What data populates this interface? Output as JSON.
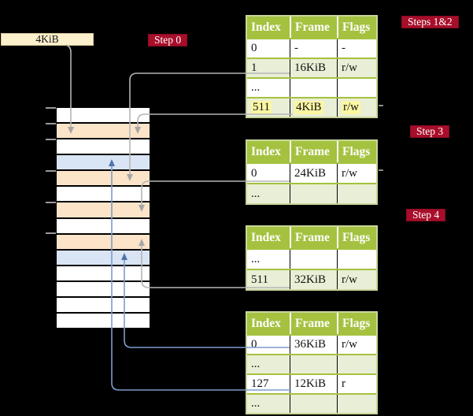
{
  "colors": {
    "olive": "#a4c23f",
    "olive-light": "#e9efd6",
    "olive-border": "#c9d69b",
    "peach": "#fce4c8",
    "blue": "#d9e4f4",
    "cream": "#fdf0cd",
    "red": "#a80e2a",
    "red-border": "#870b22",
    "yellow": "#fbf6a2",
    "gray-line": "#b5b5b5",
    "gray-arrow": "#a6a6a6",
    "blue-line": "#7e9bcd",
    "blue-arrow": "#4e74ae",
    "ink": "#1a1a1a"
  },
  "memory": {
    "box_label": "4KiB",
    "rows": [
      "white",
      "peach",
      "white",
      "blue",
      "peach",
      "white",
      "peach",
      "white",
      "peach",
      "blue",
      "white",
      "white",
      "white",
      "white"
    ]
  },
  "badges": {
    "step0": "Step 0",
    "steps12": "Steps 1&2",
    "step3": "Step 3",
    "step4": "Step 4"
  },
  "tables": [
    {
      "headers": [
        "Index",
        "Frame",
        "Flags"
      ],
      "rows": [
        {
          "cells": [
            "0",
            "-",
            "-"
          ]
        },
        {
          "cells": [
            "1",
            "16KiB",
            "r/w"
          ]
        },
        {
          "cells": [
            "...",
            "",
            ""
          ]
        },
        {
          "cells": [
            "511",
            "4KiB",
            "r/w"
          ],
          "highlighted": true
        }
      ]
    },
    {
      "headers": [
        "Index",
        "Frame",
        "Flags"
      ],
      "rows": [
        {
          "cells": [
            "0",
            "24KiB",
            "r/w"
          ]
        },
        {
          "cells": [
            "...",
            "",
            ""
          ]
        }
      ]
    },
    {
      "headers": [
        "Index",
        "Frame",
        "Flags"
      ],
      "rows": [
        {
          "cells": [
            "...",
            "",
            ""
          ]
        },
        {
          "cells": [
            "511",
            "32KiB",
            "r/w"
          ]
        }
      ]
    },
    {
      "headers": [
        "Index",
        "Frame",
        "Flags"
      ],
      "rows": [
        {
          "cells": [
            "0",
            "36KiB",
            "r/w"
          ]
        },
        {
          "cells": [
            "...",
            "",
            ""
          ]
        },
        {
          "cells": [
            "127",
            "12KiB",
            "r"
          ]
        },
        {
          "cells": [
            "...",
            "",
            ""
          ]
        }
      ]
    }
  ]
}
